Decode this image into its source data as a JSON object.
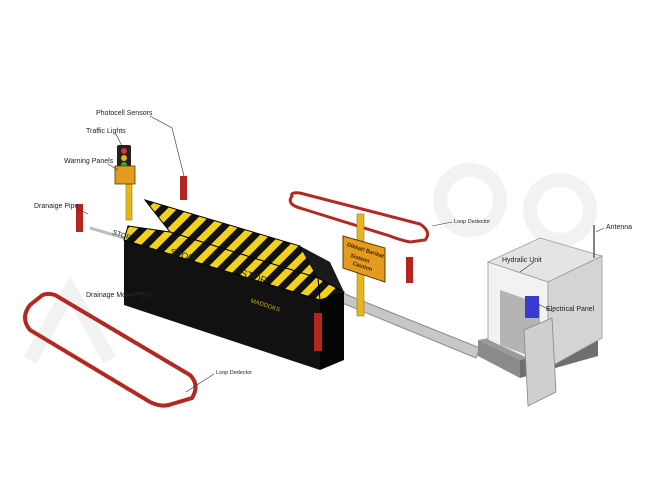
{
  "labels": {
    "photocell_sensors": "Photocell Sensors",
    "traffic_lights": "Traffic Lights",
    "warning_panels": "Warning Panels",
    "drainage_pipe": "Dranaige Pipe",
    "drainage_moto_pump": "Drainage Moto-Pomp",
    "loop_detector_top": "Loop Dedector",
    "loop_detector_bottom": "Loop Dedector",
    "antenna": "Antenna",
    "hydraulic_unit": "Hydralic Unit",
    "electrical_panel": "Electrical Panel"
  },
  "barrier": {
    "stop_text": "STOP",
    "brand": "MADDOKS"
  },
  "sign": {
    "line1": "Dikkat! Barikat",
    "line2": "Sistemi",
    "line3": "Caution"
  },
  "colors": {
    "barrier_body": "#111111",
    "stripe_yellow": "#f2d21b",
    "loop_red": "#b12a22",
    "sign_orange": "#e59b1e",
    "pipe_grey": "#bcbcbc",
    "cabinet": "#e8e8e8"
  }
}
